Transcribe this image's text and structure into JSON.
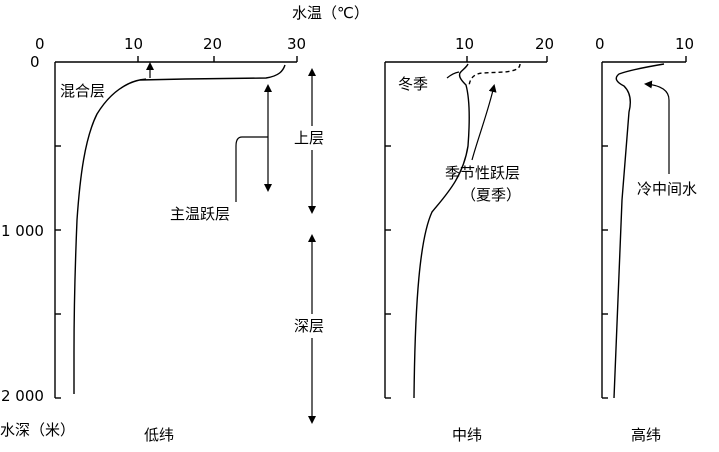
{
  "axis": {
    "top_title": "水温（℃）",
    "left_title": "水深（米）",
    "depth_ticks": [
      "0",
      "1 000",
      "2 000"
    ]
  },
  "panels": {
    "low": {
      "name": "低纬",
      "temp_ticks": [
        "0",
        "10",
        "20",
        "30"
      ],
      "labels": {
        "mixed_layer": "混合层",
        "thermocline": "主温跃层"
      }
    },
    "mid": {
      "name": "中纬",
      "temp_ticks": [
        "10",
        "20"
      ],
      "labels": {
        "winter": "冬季",
        "seasonal_thermocline_1": "季节性跃层",
        "seasonal_thermocline_2": "（夏季）"
      }
    },
    "high": {
      "name": "高纬",
      "temp_ticks": [
        "0",
        "10"
      ],
      "labels": {
        "cold_intermediate": "冷中间水"
      }
    }
  },
  "layers": {
    "upper": "上层",
    "deep": "深层"
  }
}
